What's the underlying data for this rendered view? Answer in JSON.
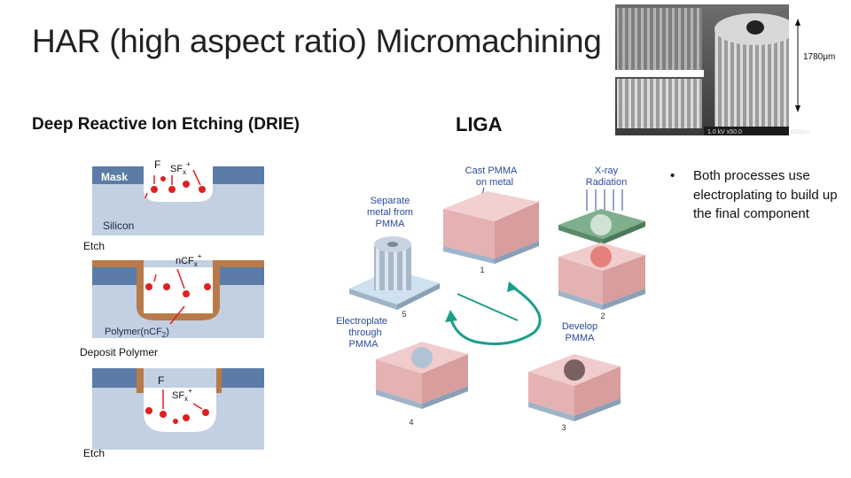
{
  "slide": {
    "title": "HAR (high aspect ratio) Micromachining",
    "drie_heading": "Deep Reactive Ion Etching (DRIE)",
    "liga_heading": "LIGA",
    "bullet_symbol": "•",
    "bullet_text": "Both processes use electroplating to build up the final component"
  },
  "drie_figure": {
    "mask_label": "Mask",
    "silicon_label": "Silicon",
    "etch_label": "Etch",
    "f_label": "F",
    "sf_label": "SF",
    "sf_sub": "x",
    "sf_sup": "+",
    "ncf_label": "nCF",
    "ncf_sub": "x",
    "ncf_sup": "+",
    "polymer_label": "Polymer(nCF",
    "polymer_sub": "2",
    "polymer_close": ")",
    "deposit_label": "Deposit Polymer",
    "etch_label_2": "Etch"
  },
  "liga_figure": {
    "cast_label_1": "Cast PMMA",
    "cast_label_2": "on metal",
    "xray_label_1": "X-ray",
    "xray_label_2": "Radiation",
    "separate_label_1": "Separate",
    "separate_label_2": "metal from",
    "separate_label_3": "PMMA",
    "electroplate_label_1": "Electroplate",
    "electroplate_label_2": "through",
    "electroplate_label_3": "PMMA",
    "develop_label_1": "Develop",
    "develop_label_2": "PMMA",
    "step_1": "1",
    "step_2": "2",
    "step_3": "3",
    "step_4": "4",
    "step_5": "5"
  },
  "sem_photo": {
    "scale_label": "1780μm",
    "footer_left": "1.0 kV  x50.0",
    "footer_right": "600μm"
  },
  "colors": {
    "mask": "#5a7ca6",
    "silicon": "#c2d0e2",
    "polymer": "#b87a4a",
    "ion": "#e02020",
    "pmma": "#e8b9b9",
    "metal": "#9fb4c8",
    "mask_green": "#6a9e7a",
    "cycle_arrow": "#1a9e8a",
    "label_blue": "#2a4a9a"
  }
}
